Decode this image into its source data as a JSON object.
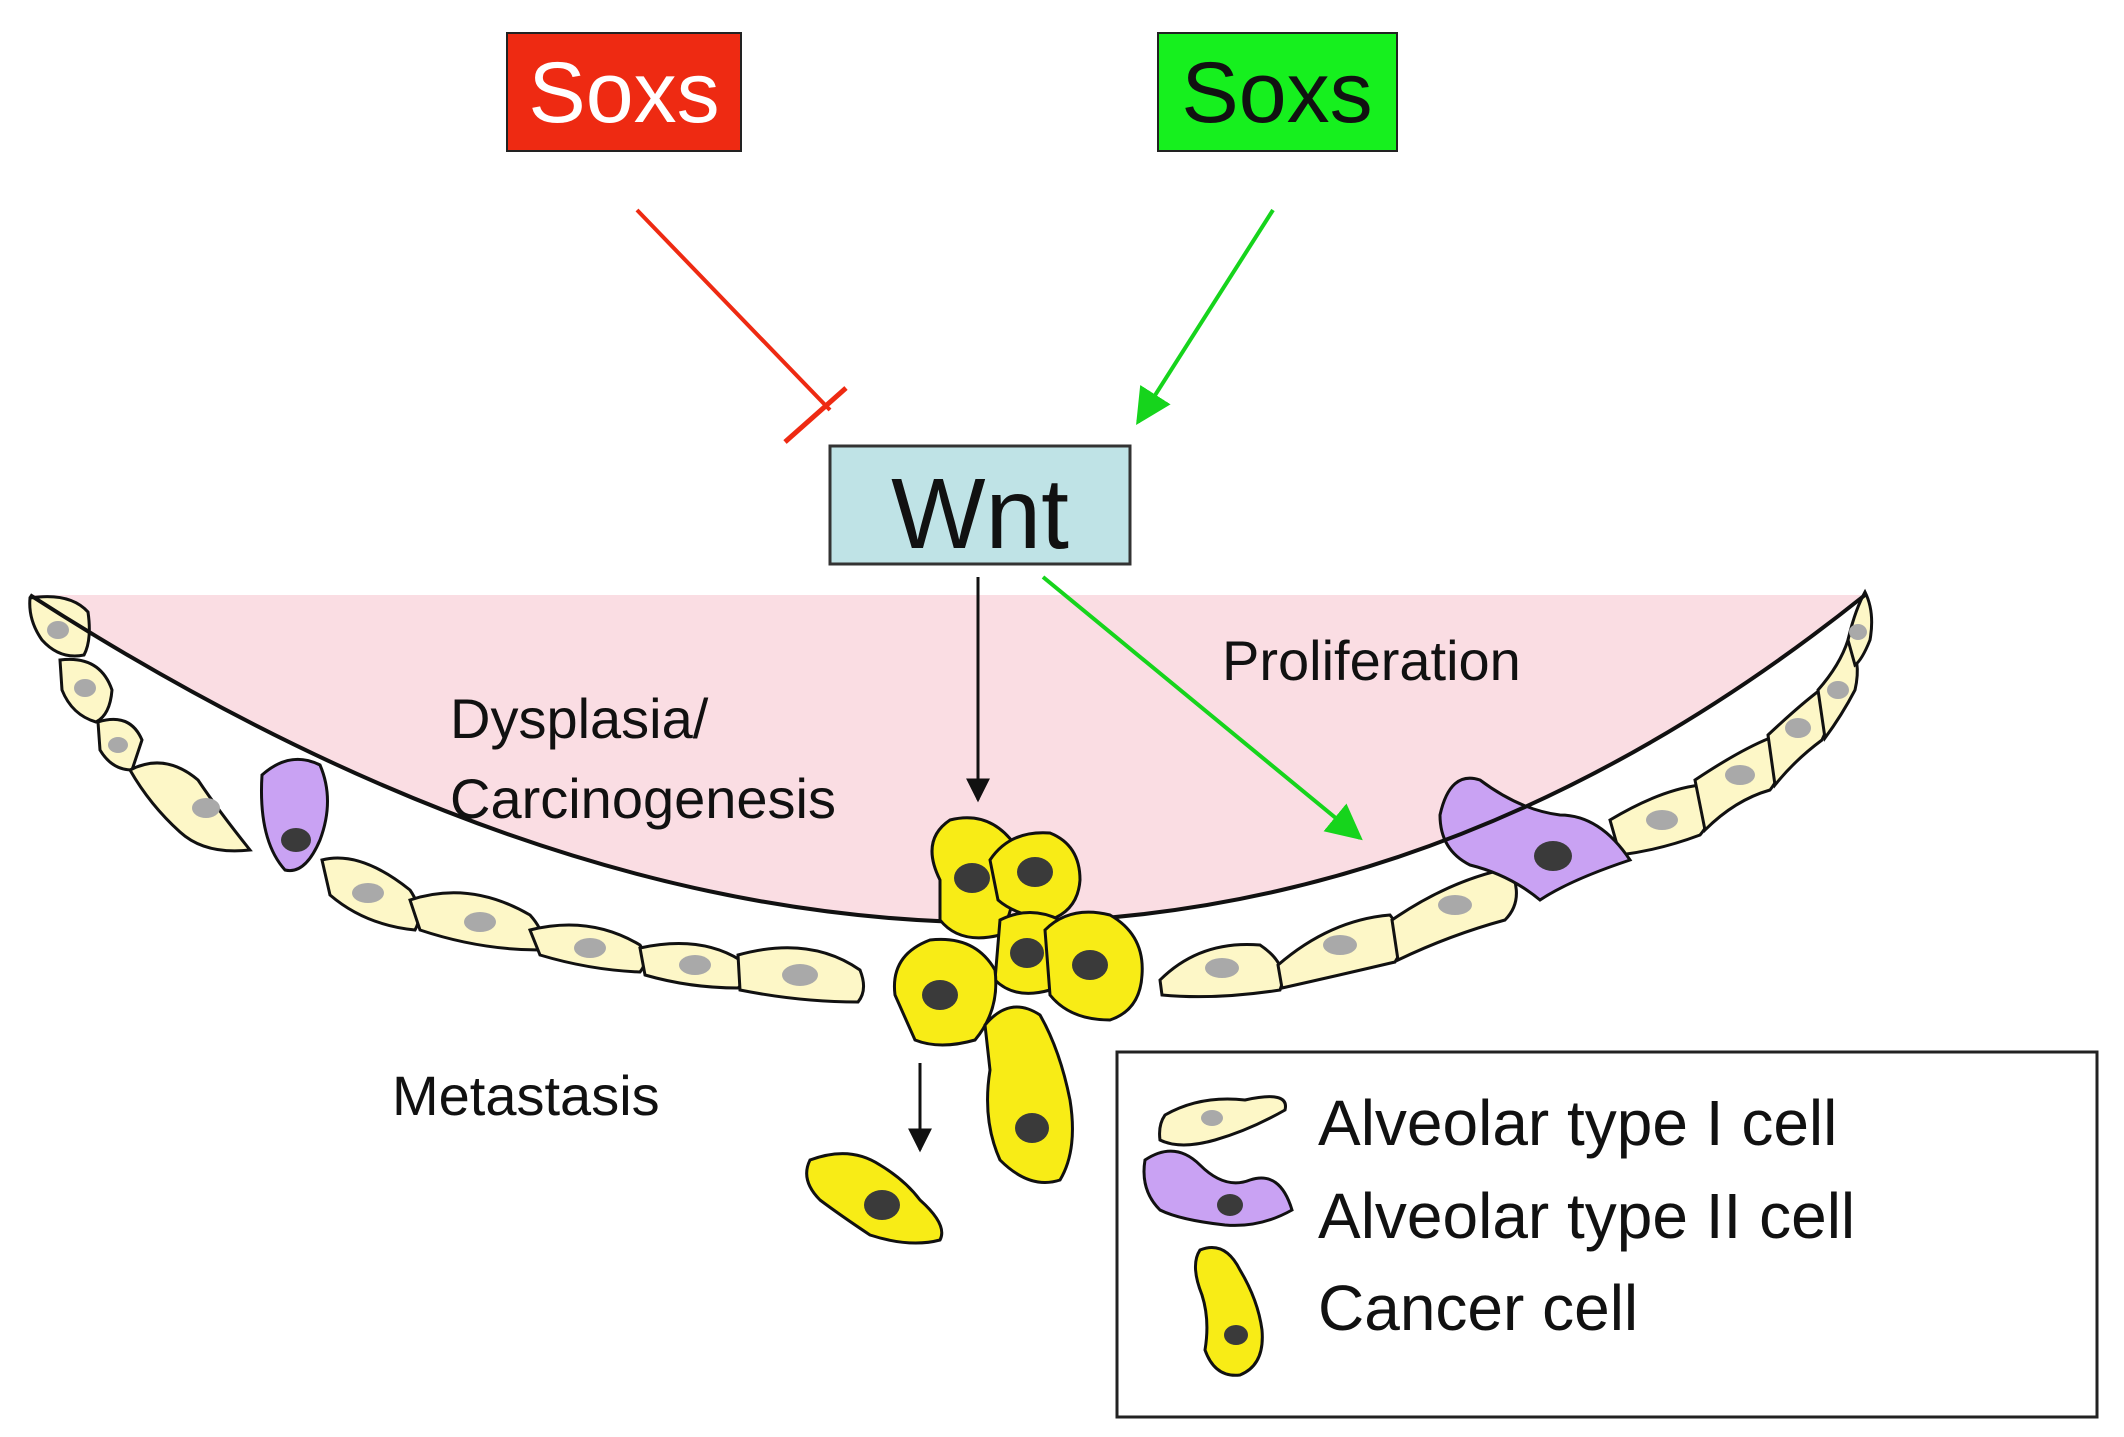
{
  "nodes": {
    "soxs_repressor": {
      "label": "Soxs",
      "fill": "#ee2a12",
      "text_color": "#ffffff"
    },
    "soxs_activator": {
      "label": "Soxs",
      "fill": "#16f01e",
      "text_color": "#111111"
    },
    "wnt": {
      "label": "Wnt",
      "fill": "#bfe3e6",
      "text_color": "#111111"
    }
  },
  "labels": {
    "dysplasia_line1": "Dysplasia/",
    "dysplasia_line2": "Carcinogenesis",
    "proliferation": "Proliferation",
    "metastasis": "Metastasis"
  },
  "legend": {
    "items": [
      {
        "label": "Alveolar type I cell"
      },
      {
        "label": "Alveolar type II cell"
      },
      {
        "label": "Cancer cell"
      }
    ]
  },
  "colors": {
    "inhibition_line": "#ee2a12",
    "activation_line": "#16d41c",
    "lumen": "#fadde3",
    "type1_cell": "#fdf7c7",
    "type2_cell": "#c9a2f3",
    "cancer_cell": "#f8ec16",
    "nucleus_type1": "#a9a9a9",
    "nucleus_dark": "#3a3a3a"
  }
}
